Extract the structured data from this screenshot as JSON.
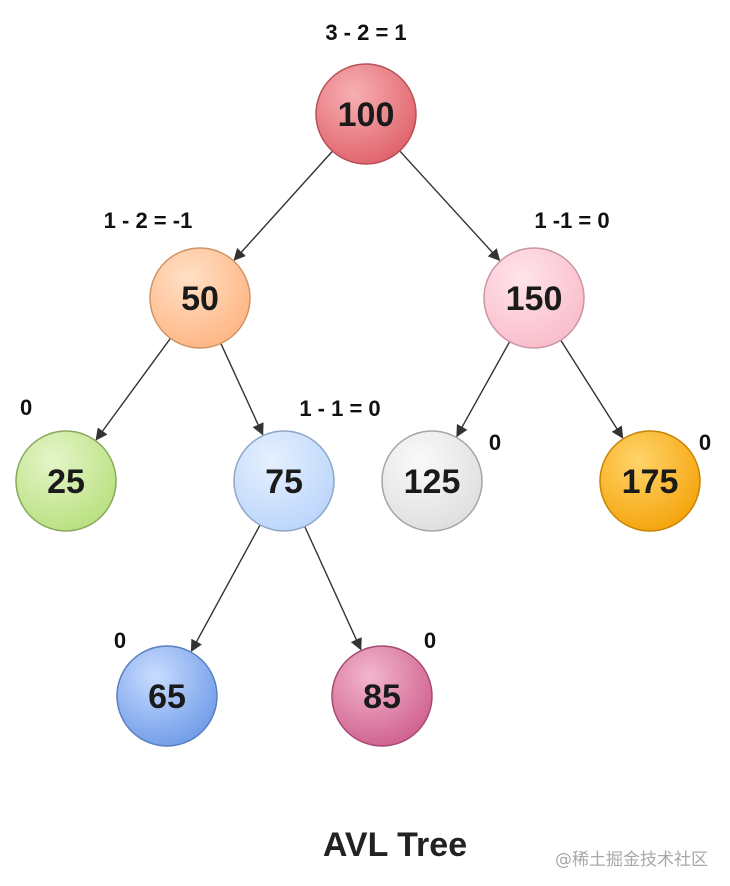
{
  "title": "AVL Tree",
  "watermark": "@稀土掘金技术社区",
  "nodes": [
    {
      "id": "n100",
      "label": "100",
      "balance": "3 - 2 = 1",
      "color_light": "#f7b0b3",
      "color_dark": "#e0616a",
      "stroke": "#b85058"
    },
    {
      "id": "n50",
      "label": "50",
      "balance": "1 - 2 = -1",
      "color_light": "#ffe0c6",
      "color_dark": "#ffb582",
      "stroke": "#cf9566"
    },
    {
      "id": "n150",
      "label": "150",
      "balance": "1 -1 = 0",
      "color_light": "#ffe4ea",
      "color_dark": "#f9bcca",
      "stroke": "#c996a3"
    },
    {
      "id": "n25",
      "label": "25",
      "balance": "0",
      "color_light": "#e4f5c8",
      "color_dark": "#b8e07e",
      "stroke": "#8aa85c"
    },
    {
      "id": "n75",
      "label": "75",
      "balance": "1 - 1 = 0",
      "color_light": "#e6f0ff",
      "color_dark": "#bad5fb",
      "stroke": "#8ea6c8"
    },
    {
      "id": "n125",
      "label": "125",
      "balance": "0",
      "color_light": "#fafafa",
      "color_dark": "#dedede",
      "stroke": "#a5a5a5"
    },
    {
      "id": "n175",
      "label": "175",
      "balance": "0",
      "color_light": "#ffd46a",
      "color_dark": "#f5a30a",
      "stroke": "#c78406"
    },
    {
      "id": "n65",
      "label": "65",
      "balance": "0",
      "color_light": "#c9dcff",
      "color_dark": "#6e9be8",
      "stroke": "#5a7fbf"
    },
    {
      "id": "n85",
      "label": "85",
      "balance": "0",
      "color_light": "#f2b6cc",
      "color_dark": "#cf5f8e",
      "stroke": "#a64a72"
    }
  ],
  "edges": [
    {
      "from": "n100",
      "to": "n50"
    },
    {
      "from": "n100",
      "to": "n150"
    },
    {
      "from": "n50",
      "to": "n25"
    },
    {
      "from": "n50",
      "to": "n75"
    },
    {
      "from": "n150",
      "to": "n125"
    },
    {
      "from": "n150",
      "to": "n175"
    },
    {
      "from": "n75",
      "to": "n65"
    },
    {
      "from": "n75",
      "to": "n85"
    }
  ]
}
